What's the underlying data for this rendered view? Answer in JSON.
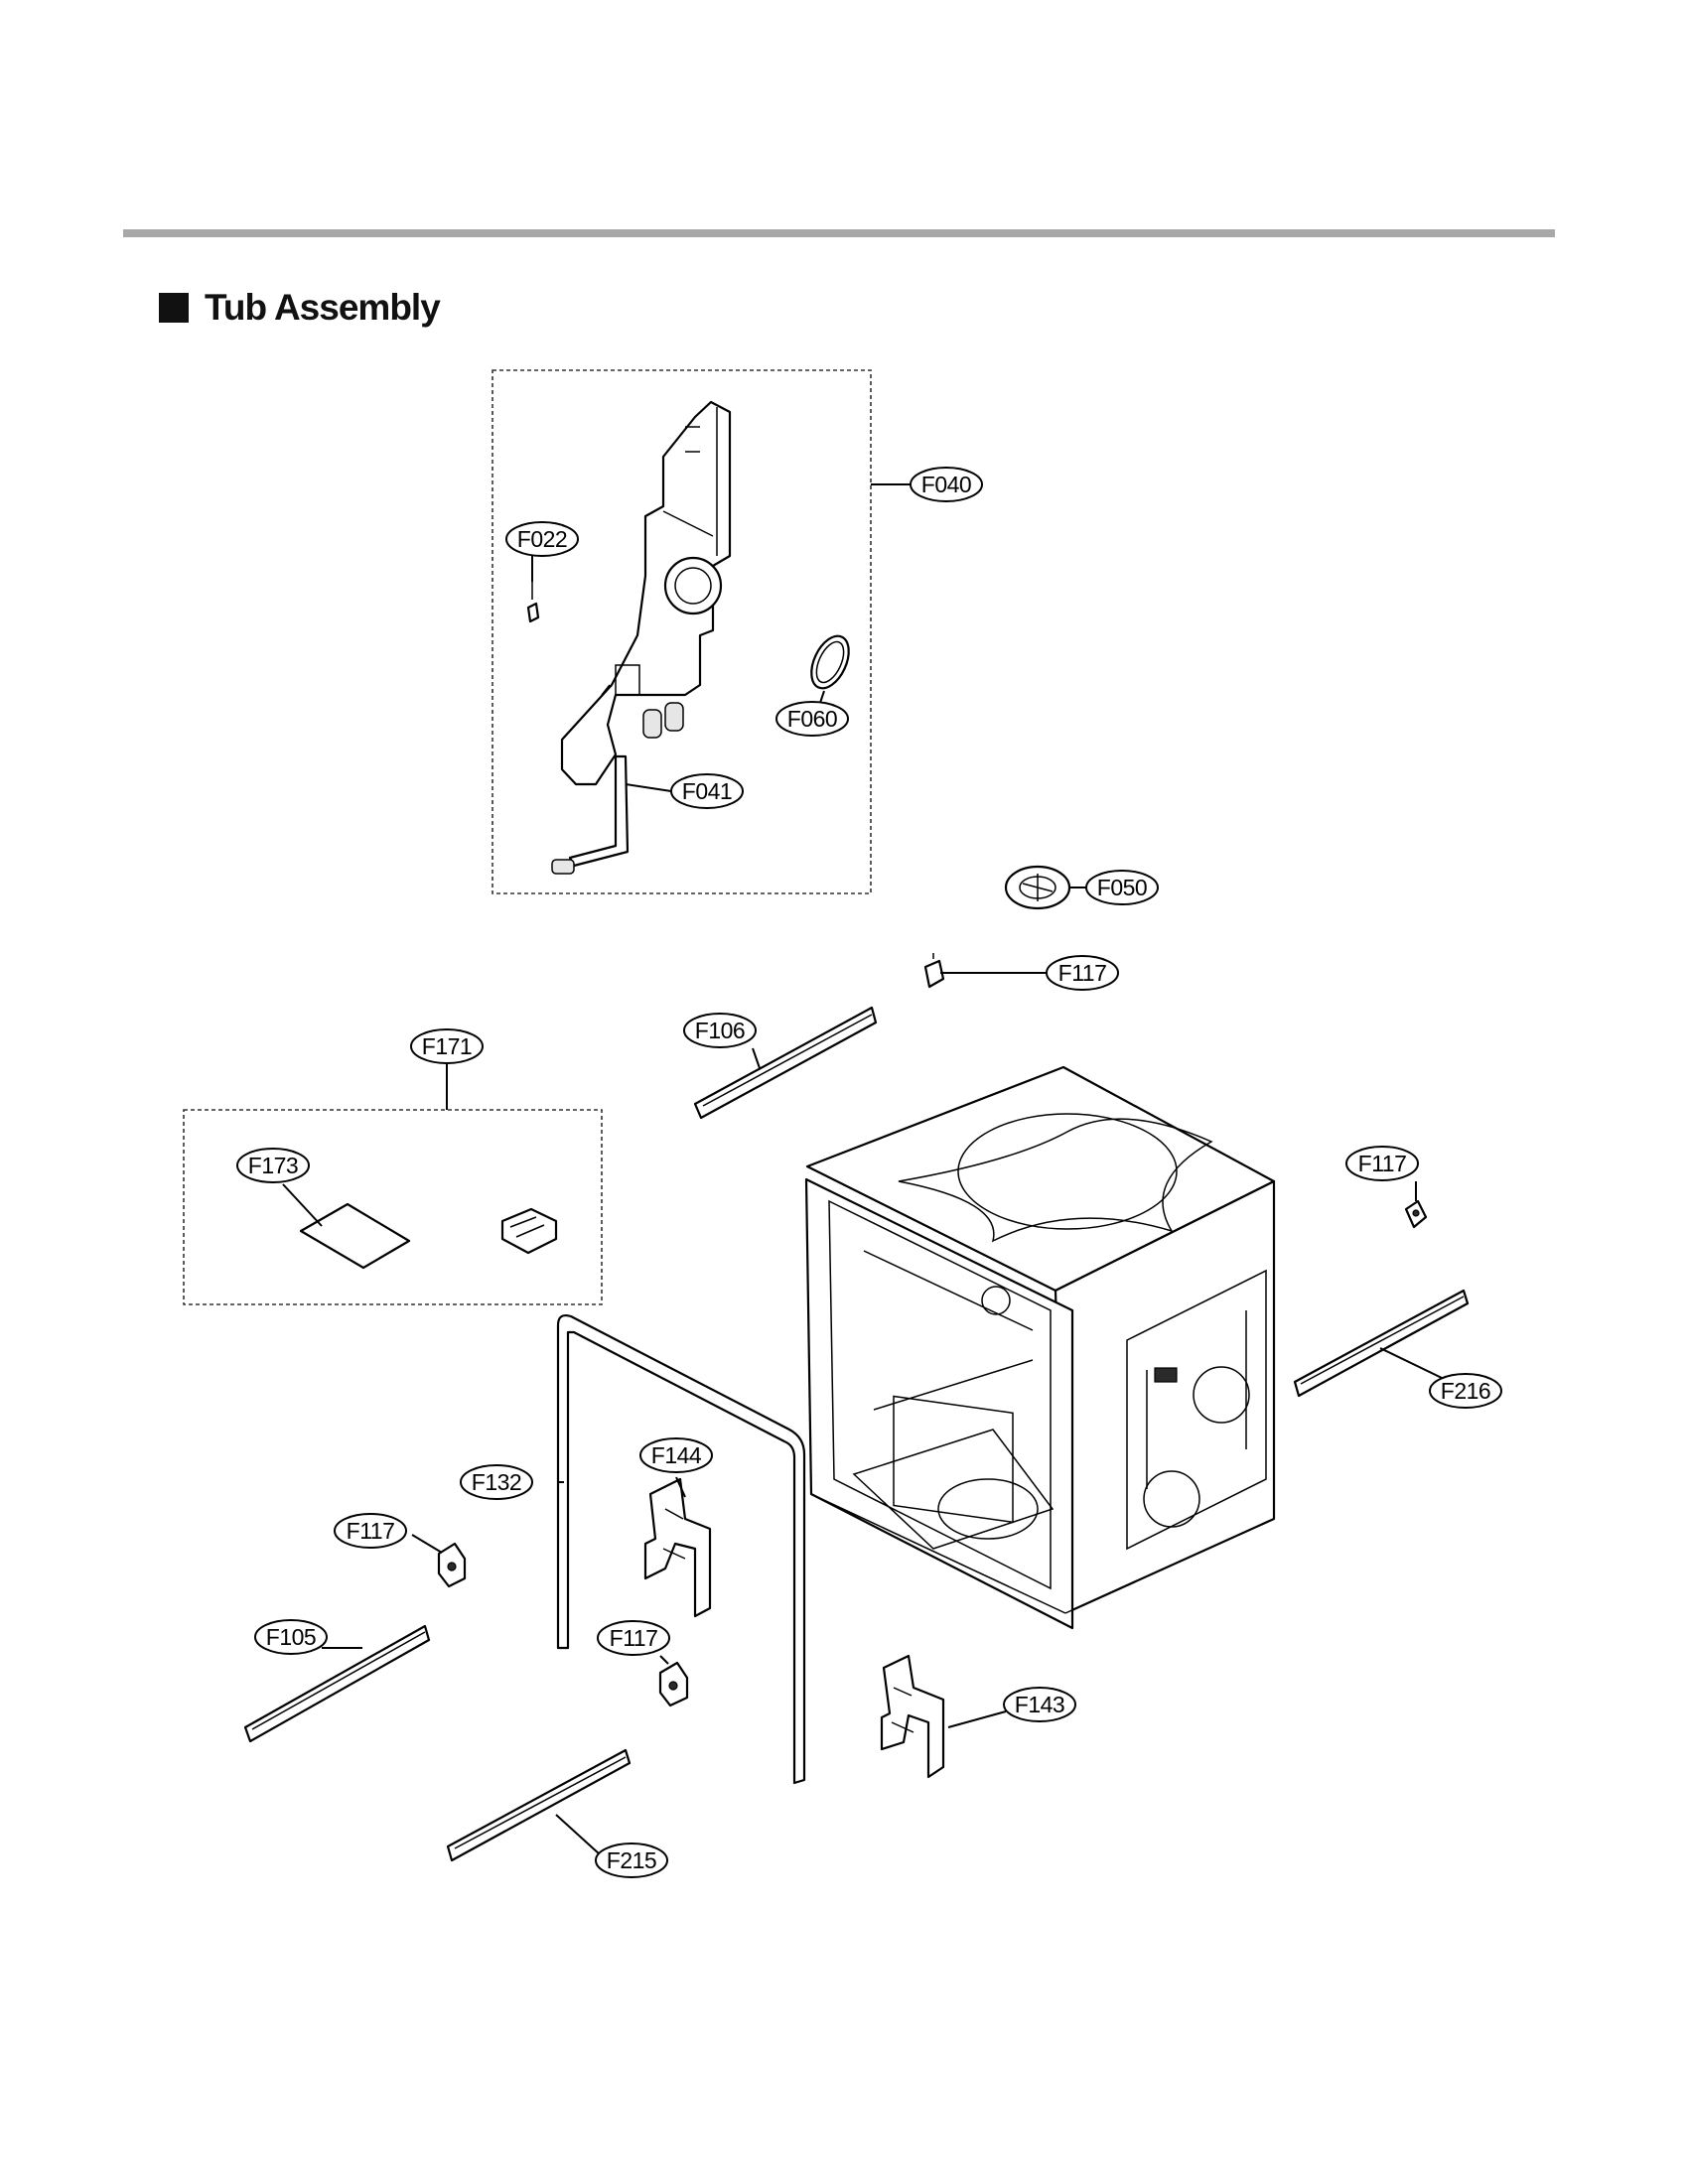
{
  "section": {
    "bullet_icon": "filled-square-icon",
    "title": "Tub Assembly"
  },
  "callouts": {
    "f040": "F040",
    "f022": "F022",
    "f060": "F060",
    "f041": "F041",
    "f050": "F050",
    "f117_top": "F117",
    "f106": "F106",
    "f171": "F171",
    "f173": "F173",
    "f117_right": "F117",
    "f216": "F216",
    "f132": "F132",
    "f144": "F144",
    "f117_left": "F117",
    "f105": "F105",
    "f117_mid": "F117",
    "f143": "F143",
    "f215": "F215"
  }
}
